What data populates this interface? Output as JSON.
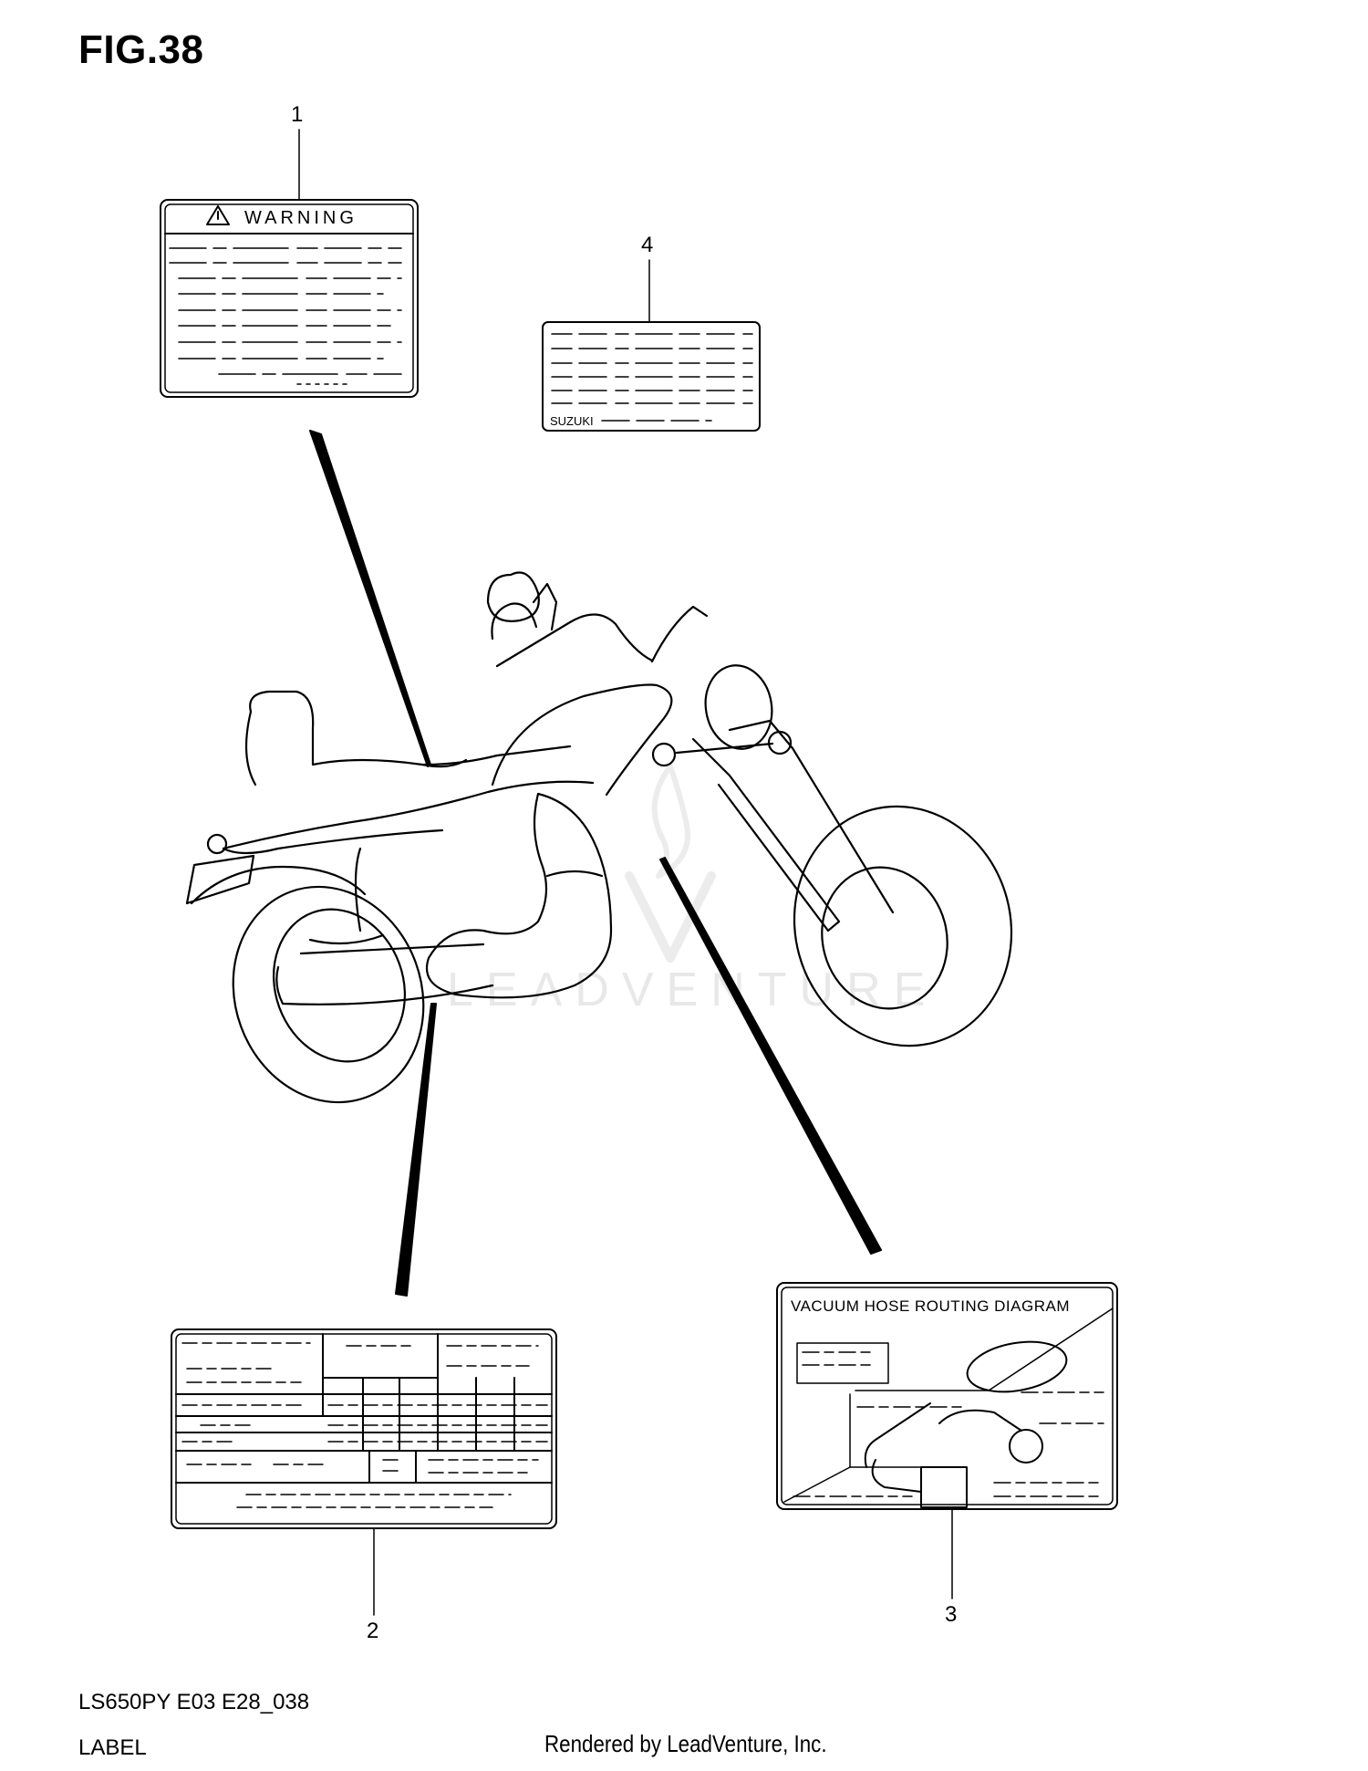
{
  "figure": {
    "title": "FIG.38",
    "model_code": "LS650PY E03 E28_038",
    "caption": "LABEL",
    "credit": "Rendered by LeadVenture, Inc.",
    "watermark": "LEADVENTURE"
  },
  "callouts": [
    {
      "id": "1",
      "text": "1"
    },
    {
      "id": "2",
      "text": "2"
    },
    {
      "id": "3",
      "text": "3"
    },
    {
      "id": "4",
      "text": "4"
    }
  ],
  "labels": {
    "warning": {
      "heading": "WARNING"
    },
    "info": {
      "brand": "SUZUKI"
    },
    "vacuum": {
      "heading": "VACUUM HOSE ROUTING DIAGRAM"
    }
  },
  "colors": {
    "ink": "#000000",
    "watermark": "#e6e6e6",
    "paper": "#ffffff"
  }
}
